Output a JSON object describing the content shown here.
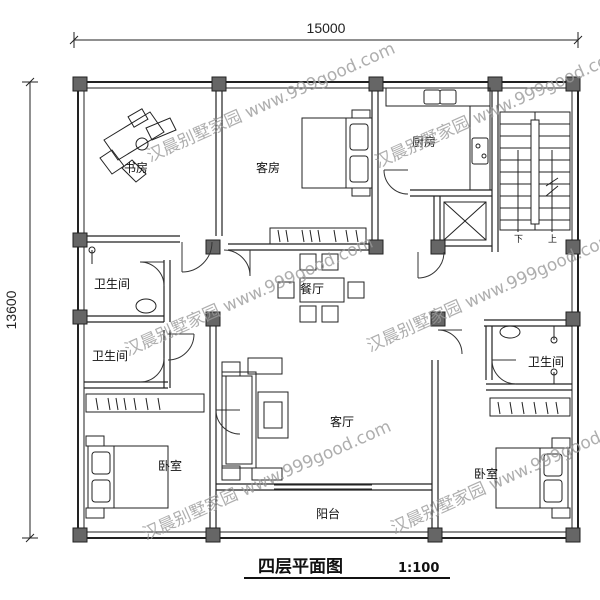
{
  "plan": {
    "title": "四层平面图",
    "scale": "1:100",
    "dimensions": {
      "width": "15000",
      "depth": "13600"
    },
    "rooms": {
      "study": "书房",
      "guest_room": "客房",
      "kitchen": "厨房",
      "bathroom_left_upper": "卫生间",
      "bathroom_left_lower": "卫生间",
      "bathroom_right": "卫生间",
      "dining": "餐厅",
      "living": "客厅",
      "bedroom_left": "卧室",
      "bedroom_right": "卧室",
      "balcony": "阳台"
    },
    "stairs": {
      "down": "下",
      "up": "上"
    },
    "watermark": "汉晨别墅家园 www.999good.com"
  }
}
